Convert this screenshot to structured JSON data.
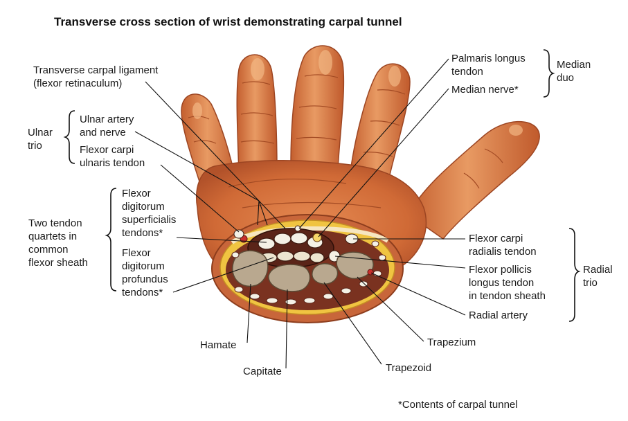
{
  "title": "Transverse cross section of wrist demonstrating carpal tunnel",
  "footnote": "*Contents of carpal tunnel",
  "labels": {
    "transverse_carpal_ligament": [
      "Transverse carpal ligament",
      "(flexor retinaculum)"
    ],
    "ulnar_artery_nerve": [
      "Ulnar artery",
      "and nerve"
    ],
    "flexor_carpi_ulnaris": [
      "Flexor carpi",
      "ulnaris tendon"
    ],
    "ulnar_trio": [
      "Ulnar",
      "trio"
    ],
    "fds": [
      "Flexor",
      "digitorum",
      "superficialis",
      "tendons*"
    ],
    "fdp": [
      "Flexor",
      "digitorum",
      "profundus",
      "tendons*"
    ],
    "two_quartets": [
      "Two tendon",
      "quartets in",
      "common",
      "flexor sheath"
    ],
    "palmaris_longus": [
      "Palmaris longus",
      "tendon"
    ],
    "median_nerve": "Median nerve*",
    "median_duo": [
      "Median",
      "duo"
    ],
    "flexor_carpi_radialis": [
      "Flexor carpi",
      "radialis tendon"
    ],
    "flexor_pollicis_longus": [
      "Flexor pollicis",
      "longus tendon",
      "in tendon sheath"
    ],
    "radial_artery": "Radial artery",
    "radial_trio": [
      "Radial",
      "trio"
    ],
    "hamate": "Hamate",
    "capitate": "Capitate",
    "trapezoid": "Trapezoid",
    "trapezium": "Trapezium"
  },
  "colors": {
    "skin": "#d9733f",
    "skin_dark": "#b8552a",
    "fat": "#f0c441",
    "bone": "#b9a88f",
    "tendon": "#f4f1e6",
    "sheath": "#6f2a1c"
  }
}
